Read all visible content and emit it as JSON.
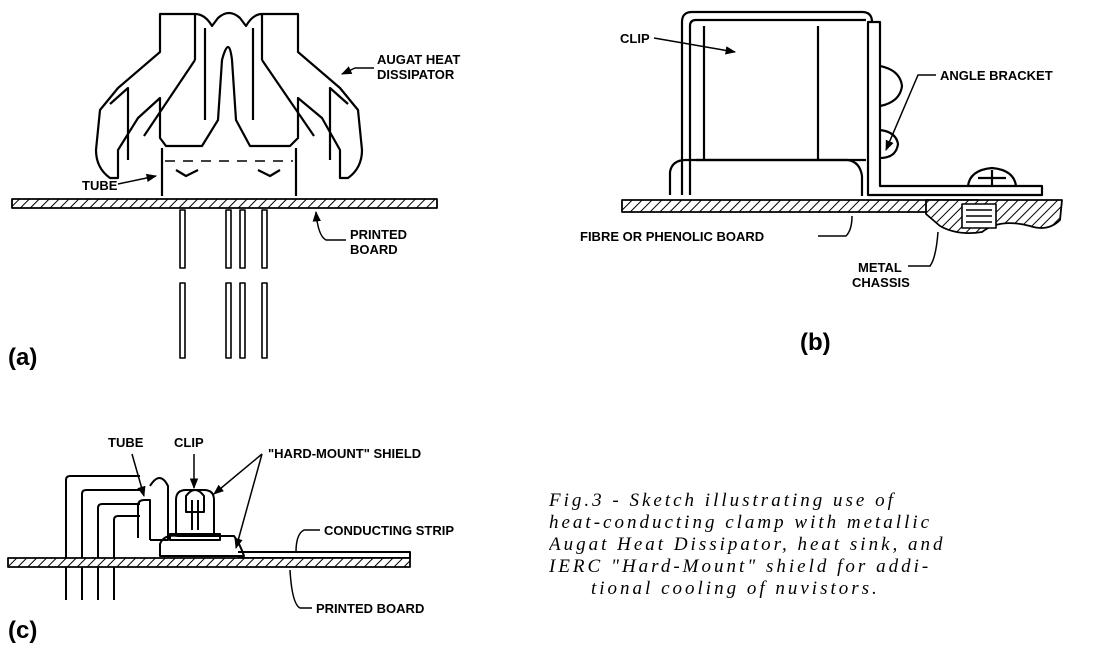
{
  "figure": {
    "panel_a": {
      "tag": "(a)",
      "labels": {
        "dissipator_line1": "AUGAT HEAT",
        "dissipator_line2": "DISSIPATOR",
        "tube": "TUBE",
        "board_line1": "PRINTED",
        "board_line2": "BOARD"
      }
    },
    "panel_b": {
      "tag": "(b)",
      "labels": {
        "clip": "CLIP",
        "bracket": "ANGLE BRACKET",
        "board": "FIBRE OR PHENOLIC BOARD",
        "chassis_line1": "METAL",
        "chassis_line2": "CHASSIS"
      }
    },
    "panel_c": {
      "tag": "(c)",
      "labels": {
        "tube": "TUBE",
        "clip": "CLIP",
        "shield": "\"HARD-MOUNT\" SHIELD",
        "strip": "CONDUCTING STRIP",
        "board": "PRINTED BOARD"
      }
    },
    "caption": {
      "lines": [
        "Fig.3 - Sketch illustrating use of",
        "heat-conducting clamp with metallic",
        "Augat Heat Dissipator, heat sink, and",
        "IERC \"Hard-Mount\" shield for addi-",
        "tional cooling of nuvistors."
      ]
    }
  }
}
